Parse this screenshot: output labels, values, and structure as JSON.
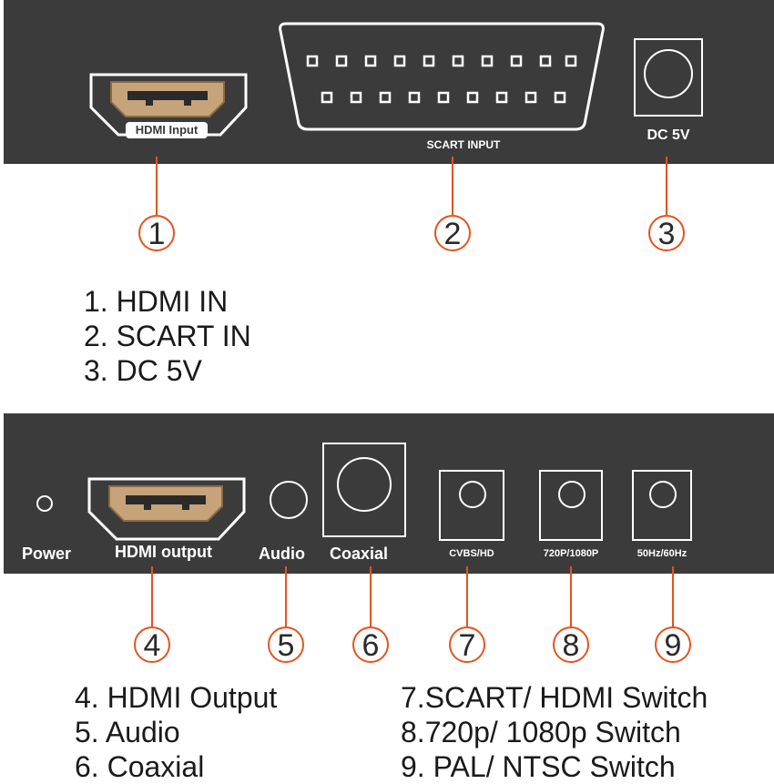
{
  "top_panel": {
    "hdmi_label": "HDMI Input",
    "scart_label": "SCART INPUT",
    "dc_label": "DC 5V"
  },
  "bottom_panel": {
    "power_label": "Power",
    "hdmi_label": "HDMI output",
    "audio_label": "Audio",
    "coaxial_label": "Coaxial",
    "cvbs_label": "CVBS/HD",
    "res_label": "720P/1080P",
    "hz_label": "50Hz/60Hz"
  },
  "callouts": [
    "1",
    "2",
    "3",
    "4",
    "5",
    "6",
    "7",
    "8",
    "9"
  ],
  "legend_top": [
    "1. HDMI IN",
    "2. SCART IN",
    "3. DC 5V"
  ],
  "legend_bottom_left": [
    "4. HDMI Output",
    "5. Audio",
    "6. Coaxial"
  ],
  "legend_bottom_right": [
    "7.SCART/ HDMI Switch",
    "8.720p/ 1080p Switch",
    "9. PAL/ NTSC Switch"
  ],
  "colors": {
    "panel": "#3b3b3b",
    "callout": "#e3541f",
    "hdmi_gold": "#c7a37a"
  }
}
